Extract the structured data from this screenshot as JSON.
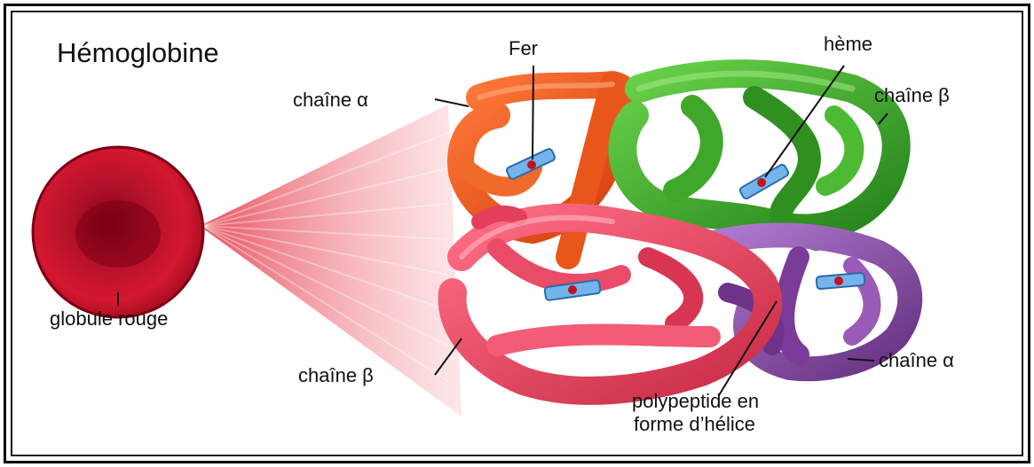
{
  "title": "Hémoglobine",
  "labels": {
    "fer": "Fer",
    "heme": "hème",
    "chain_alpha_top": "chaîne α",
    "chain_beta_top": "chaîne β",
    "chain_beta_bottom": "chaîne β",
    "chain_alpha_bottom": "chaîne α",
    "red_cell": "globule rouge",
    "helix_line1": "polypeptide en",
    "helix_line2": "forme d’hélice"
  },
  "colors": {
    "alpha_top": "#ea4a16",
    "beta_top": "#3fae2b",
    "beta_bottom": "#e0405a",
    "alpha_bottom": "#8a4aa6",
    "heme": "#6fb0e8",
    "iron": "#c0141c",
    "red_cell": "#c8102e"
  }
}
